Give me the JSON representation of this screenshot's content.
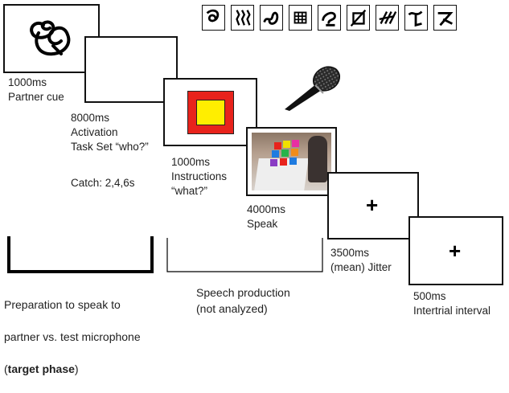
{
  "frames": {
    "partner_cue": {
      "label": "1000ms\nPartner cue"
    },
    "activation": {
      "label": "8000ms\nActivation\nTask Set “who?”",
      "catch": "Catch: 2,4,6s"
    },
    "instructions": {
      "label": "1000ms\nInstructions\n“what?”"
    },
    "speak": {
      "label": "4000ms\nSpeak"
    },
    "jitter": {
      "label": "3500ms\n(mean) Jitter",
      "symbol": "+"
    },
    "intertrial": {
      "label": "500ms\nIntertrial interval",
      "symbol": "+"
    }
  },
  "colors": {
    "instruction_outer": "#e8231c",
    "instruction_inner": "#ffee00"
  },
  "icons": [
    "squiggle-symbol-1",
    "squiggle-symbol-2",
    "squiggle-symbol-3",
    "grid-symbol",
    "squiggle-symbol-4",
    "squiggle-symbol-5",
    "squiggle-symbol-6",
    "squiggle-symbol-7",
    "squiggle-symbol-8"
  ],
  "phases": {
    "target": {
      "line1": "Preparation to speak to",
      "line2": "partner vs. test microphone",
      "open_paren": "(",
      "bold": "target phase",
      "close_paren": ")"
    },
    "speech": {
      "text": "Speech production\n(not analyzed)"
    }
  }
}
